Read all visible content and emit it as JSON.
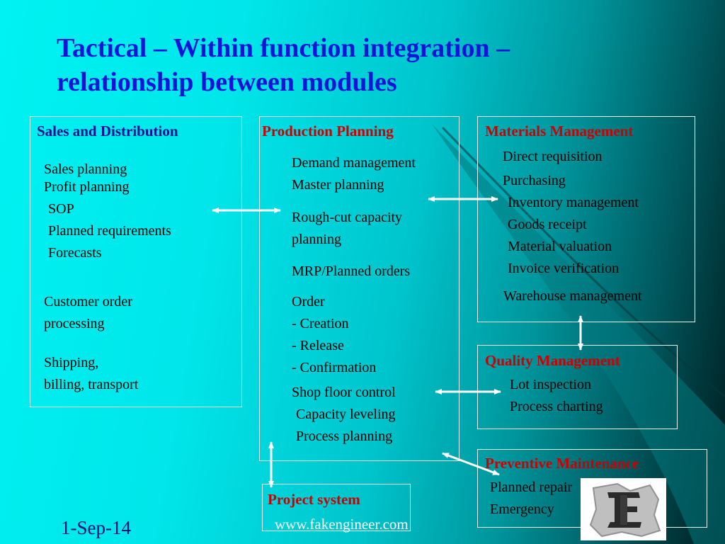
{
  "title": {
    "line1": "Tactical – Within function integration –",
    "line2": "relationship between modules"
  },
  "modules": {
    "sales": {
      "heading": "Sales and Distribution",
      "items": [
        "Sales planning",
        "Profit planning",
        "SOP",
        "Planned requirements",
        "Forecasts",
        "Customer order",
        "processing",
        "Shipping,",
        "billing, transport"
      ]
    },
    "production": {
      "heading": "Production Planning",
      "items": [
        "Demand management",
        "Master planning",
        "Rough-cut capacity",
        "planning",
        "MRP/Planned orders",
        "Order",
        "- Creation",
        "- Release",
        "- Confirmation",
        "Shop floor control",
        "Capacity leveling",
        "Process planning"
      ]
    },
    "materials": {
      "heading": "Materials Management",
      "items": [
        "Direct requisition",
        "Purchasing",
        "Inventory management",
        "Goods receipt",
        "Material valuation",
        "Invoice verification",
        "Warehouse management"
      ]
    },
    "quality": {
      "heading": "Quality Management",
      "items": [
        "Lot inspection",
        "Process charting"
      ]
    },
    "maintenance": {
      "heading": "Preventive Maintenance",
      "items": [
        "Planned repair",
        "Emergency"
      ]
    },
    "project": {
      "heading": "Project system"
    }
  },
  "footer": {
    "date": "1-Sep-14",
    "url": "www.fakengineer.com"
  },
  "colors": {
    "title": "#1414d8",
    "heading_dark": "#101090",
    "heading_red": "#cc0000"
  }
}
